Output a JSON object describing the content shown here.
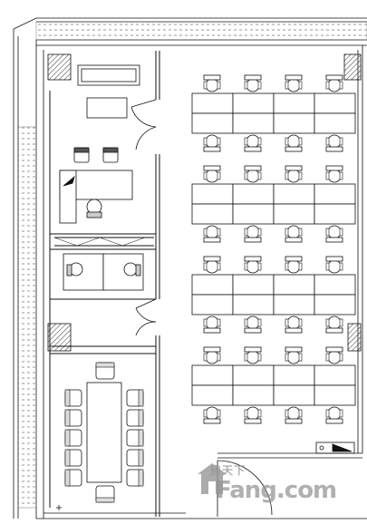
{
  "plan": {
    "rooms": [
      {
        "id": "manager-office",
        "chairs": 3,
        "has_sofa": true,
        "has_desk": true
      },
      {
        "id": "small-office",
        "chairs": 2,
        "has_desk": true
      },
      {
        "id": "meeting-room",
        "chairs": 12,
        "table": "conference"
      },
      {
        "id": "open-office",
        "desk_clusters": 4,
        "workstations_per_cluster": 8,
        "workstations_total": 32
      }
    ],
    "door_count": 3,
    "colors": {
      "line": "#111111",
      "wall_fill": "#ffffff",
      "column_hatch": "#333333",
      "watermark": "#9a9a9a"
    }
  },
  "watermark": {
    "brand_text": "Fang.com",
    "chinese_text": "房天下",
    "logo_icon": "house-logo-icon"
  }
}
